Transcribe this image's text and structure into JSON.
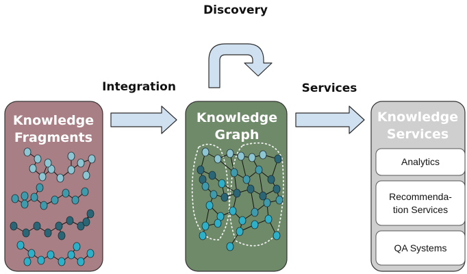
{
  "labels": {
    "discovery": "Discovery",
    "integration": "Integration",
    "services": "Services"
  },
  "fragments_box": {
    "title_line1": "Knowledge",
    "title_line2": "Fragments"
  },
  "graph_box": {
    "title_line1": "Knowledge",
    "title_line2": "Graph"
  },
  "services_box": {
    "title_line1": "Knowledge",
    "title_line2": "Services",
    "items": [
      {
        "lines": [
          "Analytics"
        ]
      },
      {
        "lines": [
          "Recommenda-",
          "tion Services"
        ]
      },
      {
        "lines": [
          "QA Systems"
        ]
      }
    ]
  },
  "colors": {
    "fragments_fill": "#a87f84",
    "graph_fill": "#6f8a68",
    "services_fill": "#cfcfcf",
    "arrow_fill": "#cfe0f1",
    "arrow_stroke": "#2b2b2b",
    "node_light": "#8ec5d2",
    "node_mid": "#3f9bab",
    "node_dark": "#2b6676",
    "node_cyan": "#2eb0c8"
  },
  "icons": [
    "discovery-loop-arrow",
    "integration-arrow",
    "services-arrow"
  ]
}
